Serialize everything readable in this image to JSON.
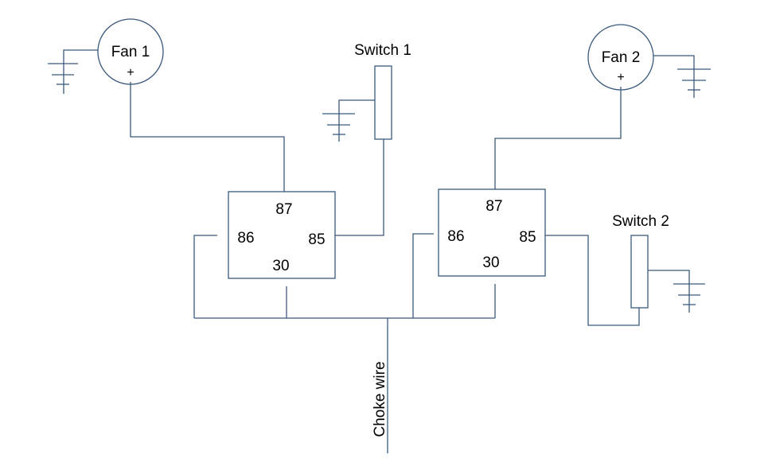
{
  "colors": {
    "wire": "#3a5a7c",
    "outline": "#2f4f6f",
    "text": "#000000",
    "background": "#ffffff"
  },
  "fan1": {
    "label": "Fan 1",
    "plus": "+"
  },
  "fan2": {
    "label": "Fan 2",
    "plus": "+"
  },
  "switch1": {
    "label": "Switch 1"
  },
  "switch2": {
    "label": "Switch 2"
  },
  "relay1": {
    "pin87": "87",
    "pin86": "86",
    "pin85": "85",
    "pin30": "30"
  },
  "relay2": {
    "pin87": "87",
    "pin86": "86",
    "pin85": "85",
    "pin30": "30"
  },
  "choke": {
    "label": "Choke wire"
  }
}
